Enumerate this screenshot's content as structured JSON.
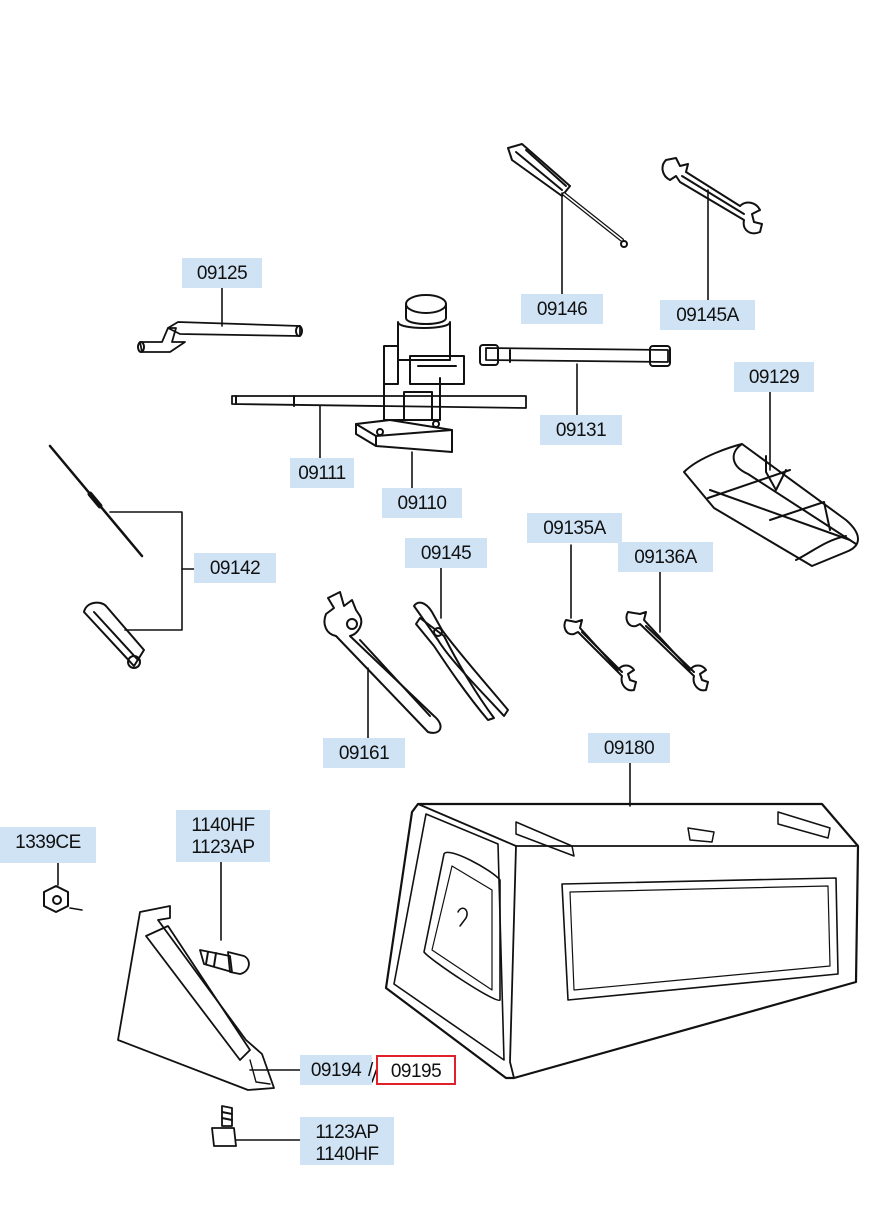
{
  "labels": {
    "p09125": "09125",
    "p09146": "09146",
    "p09145A": "09145A",
    "p09129": "09129",
    "p09131": "09131",
    "p09111": "09111",
    "p09110": "09110",
    "p09142": "09142",
    "p09145": "09145",
    "p09135A": "09135A",
    "p09136A": "09136A",
    "p09161": "09161",
    "p09180": "09180",
    "p1339CE": "1339CE",
    "p1140HF_top": "1140HF",
    "p1123AP_top": "1123AP",
    "p09194": "09194",
    "separator": "/",
    "p09195": "09195",
    "p1123AP_bottom": "1123AP",
    "p1140HF_bottom": "1140HF"
  },
  "colors": {
    "label_bg": "#cfe3f5",
    "selected_border": "#e0202a",
    "line": "#111111"
  }
}
